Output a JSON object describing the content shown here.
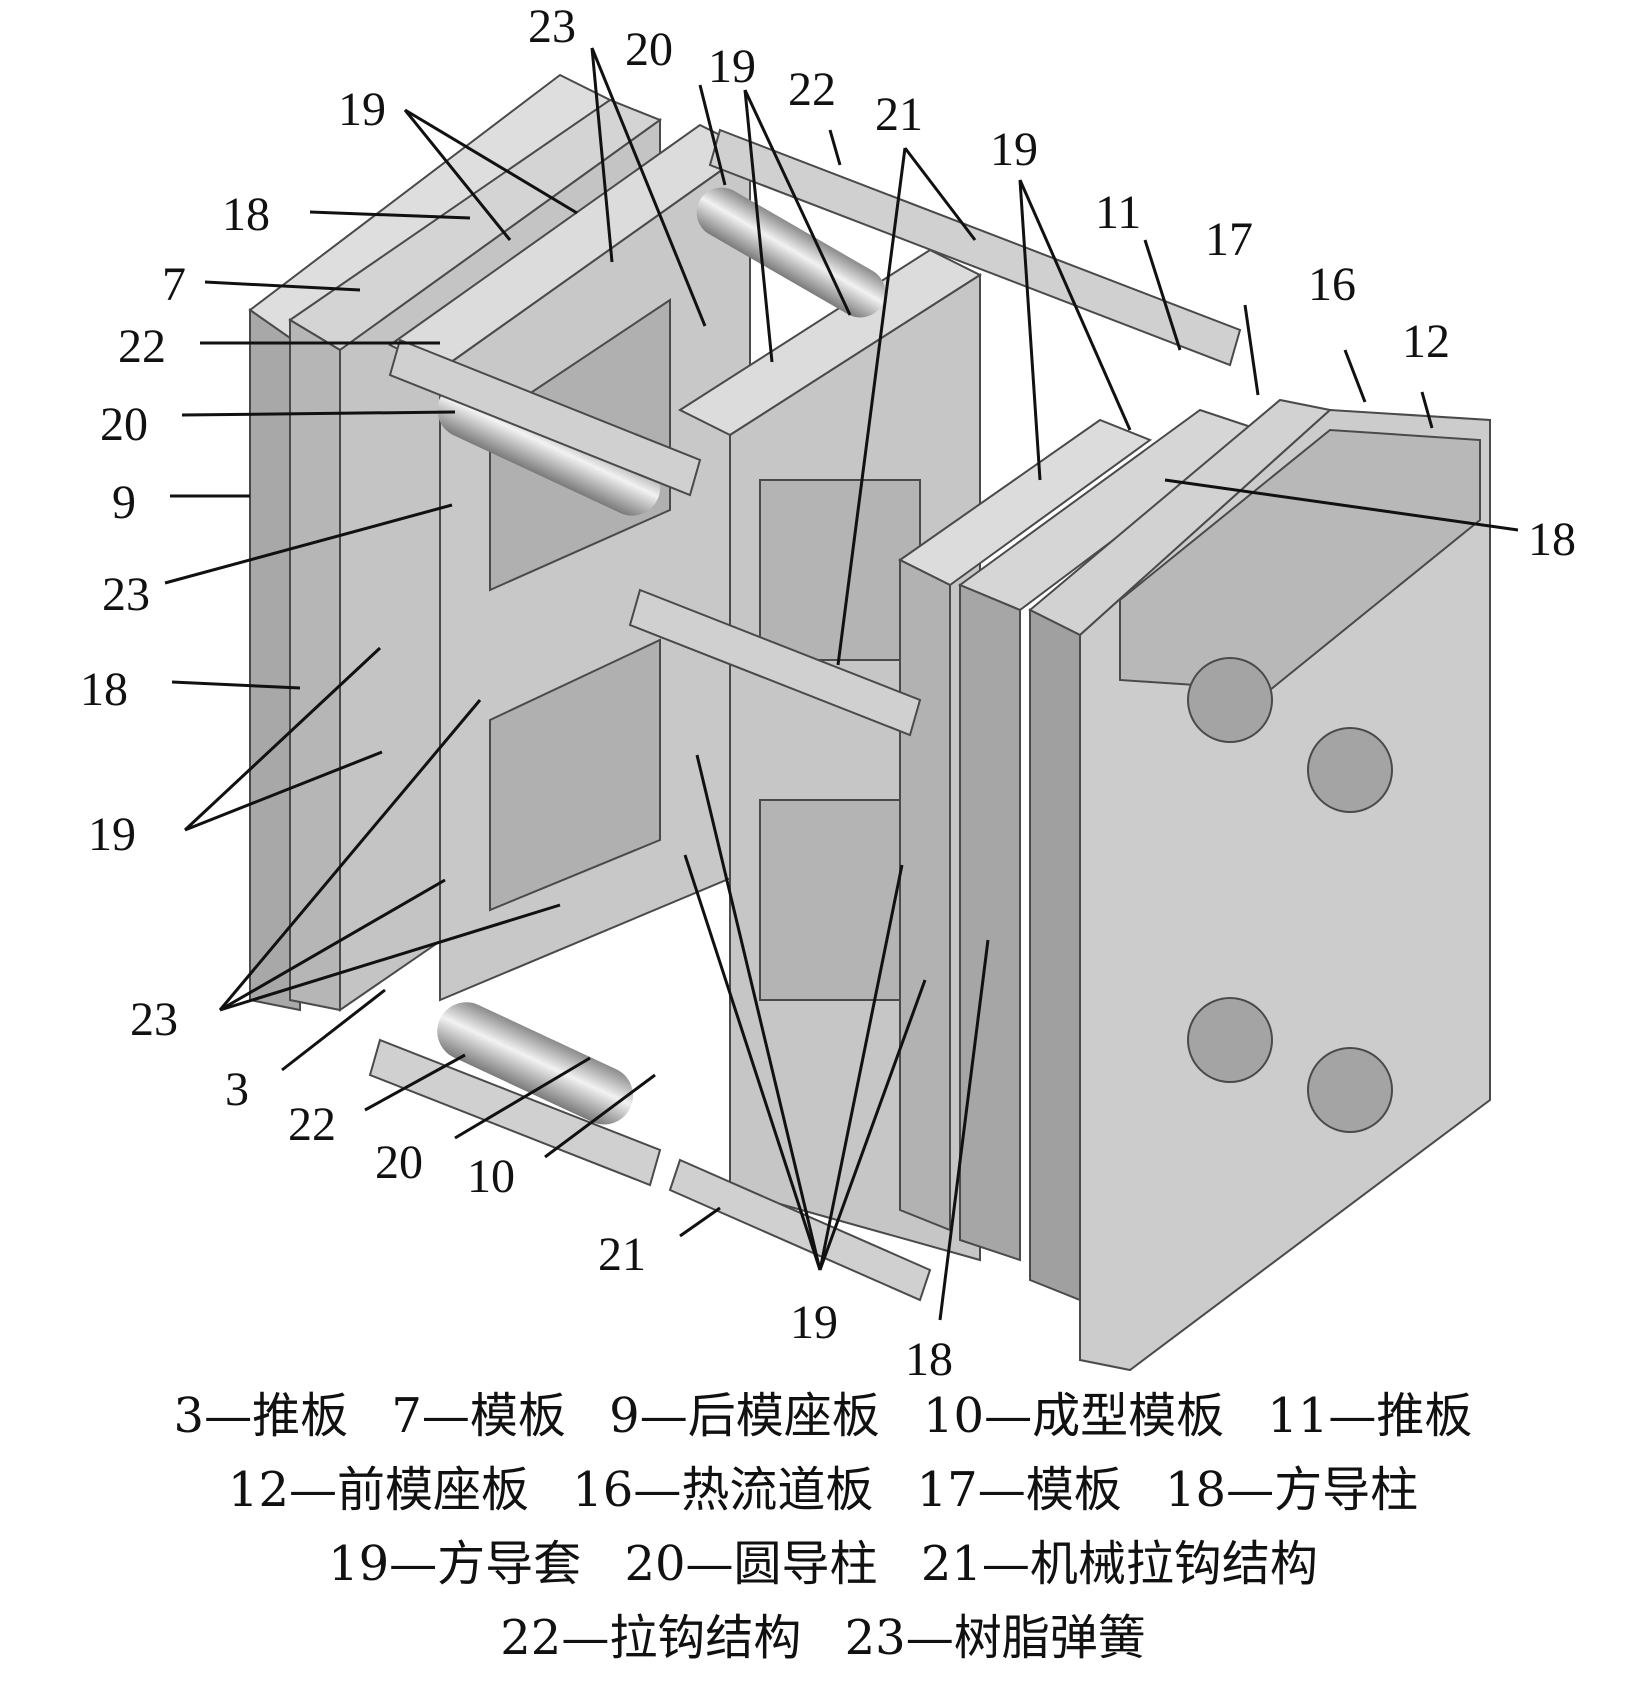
{
  "callouts": {
    "c23_top": "23",
    "c20_top": "20",
    "c19_top": "19",
    "c22_top": "22",
    "c21_top": "21",
    "c19_left": "19",
    "c18_left": "18",
    "c7": "7",
    "c22_left": "22",
    "c20_left": "20",
    "c9": "9",
    "c23_left": "23",
    "c18_mid": "18",
    "c19_low": "19",
    "c23_low": "23",
    "c3": "3",
    "c22_bottom": "22",
    "c20_bottom": "20",
    "c10": "10",
    "c21_bottom": "21",
    "c19_bottom": "19",
    "c18_bottom": "18",
    "c19_right": "19",
    "c11": "11",
    "c17": "17",
    "c16": "16",
    "c12": "12",
    "c18_right": "18"
  },
  "legend": {
    "line1": [
      "3—推板",
      "7—模板",
      "9—后模座板",
      "10—成型模板",
      "11—推板"
    ],
    "line2": [
      "12—前模座板",
      "16—热流道板",
      "17—模板",
      "18—方导柱"
    ],
    "line3": [
      "19—方导套",
      "20—圆导柱",
      "21—机械拉钩结构"
    ],
    "line4": [
      "22—拉钩结构",
      "23—树脂弹簧"
    ]
  },
  "colors": {
    "steel": "#c9c9c9",
    "steel_dark": "#a8a8a8",
    "steel_light": "#dedede",
    "insert_outline": "#33b34a"
  }
}
